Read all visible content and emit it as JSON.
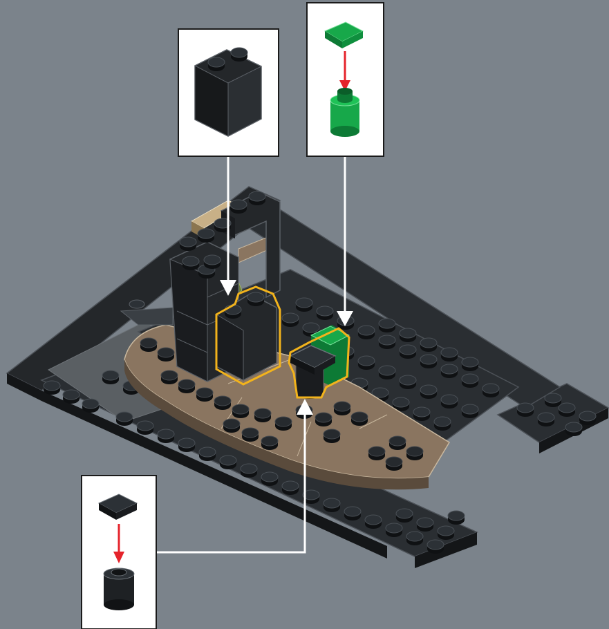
{
  "page": {
    "kind": "building-instruction-step",
    "background_color": "#7b838b"
  },
  "colors": {
    "dark_brick": "#1e2124",
    "dark_brick_top": "#2b2f33",
    "tan": "#8a7560",
    "tan_top": "#a08a72",
    "green": "#17a84a",
    "green_dark": "#0d7a35",
    "highlight_outline": "#f2b31c",
    "arrow_white": "#ffffff",
    "arrow_red": "#e5232b",
    "callout_border": "#1a1a1a",
    "callout_fill": "#ffffff"
  },
  "callouts": [
    {
      "id": "callout-brick-1x2x2",
      "part_icon": "dark-brick-1x2x2-icon"
    },
    {
      "id": "callout-green-tile-on-round-brick",
      "part_icons": [
        "green-tile-1x1-icon",
        "green-round-brick-1x1-icon"
      ]
    },
    {
      "id": "callout-dark-tile-on-round-brick",
      "part_icons": [
        "dark-tile-1x1-icon",
        "dark-round-brick-1x1-icon"
      ]
    }
  ],
  "highlighted_parts": [
    "dark-brick-1x2x2",
    "green-tile-on-round-brick"
  ]
}
